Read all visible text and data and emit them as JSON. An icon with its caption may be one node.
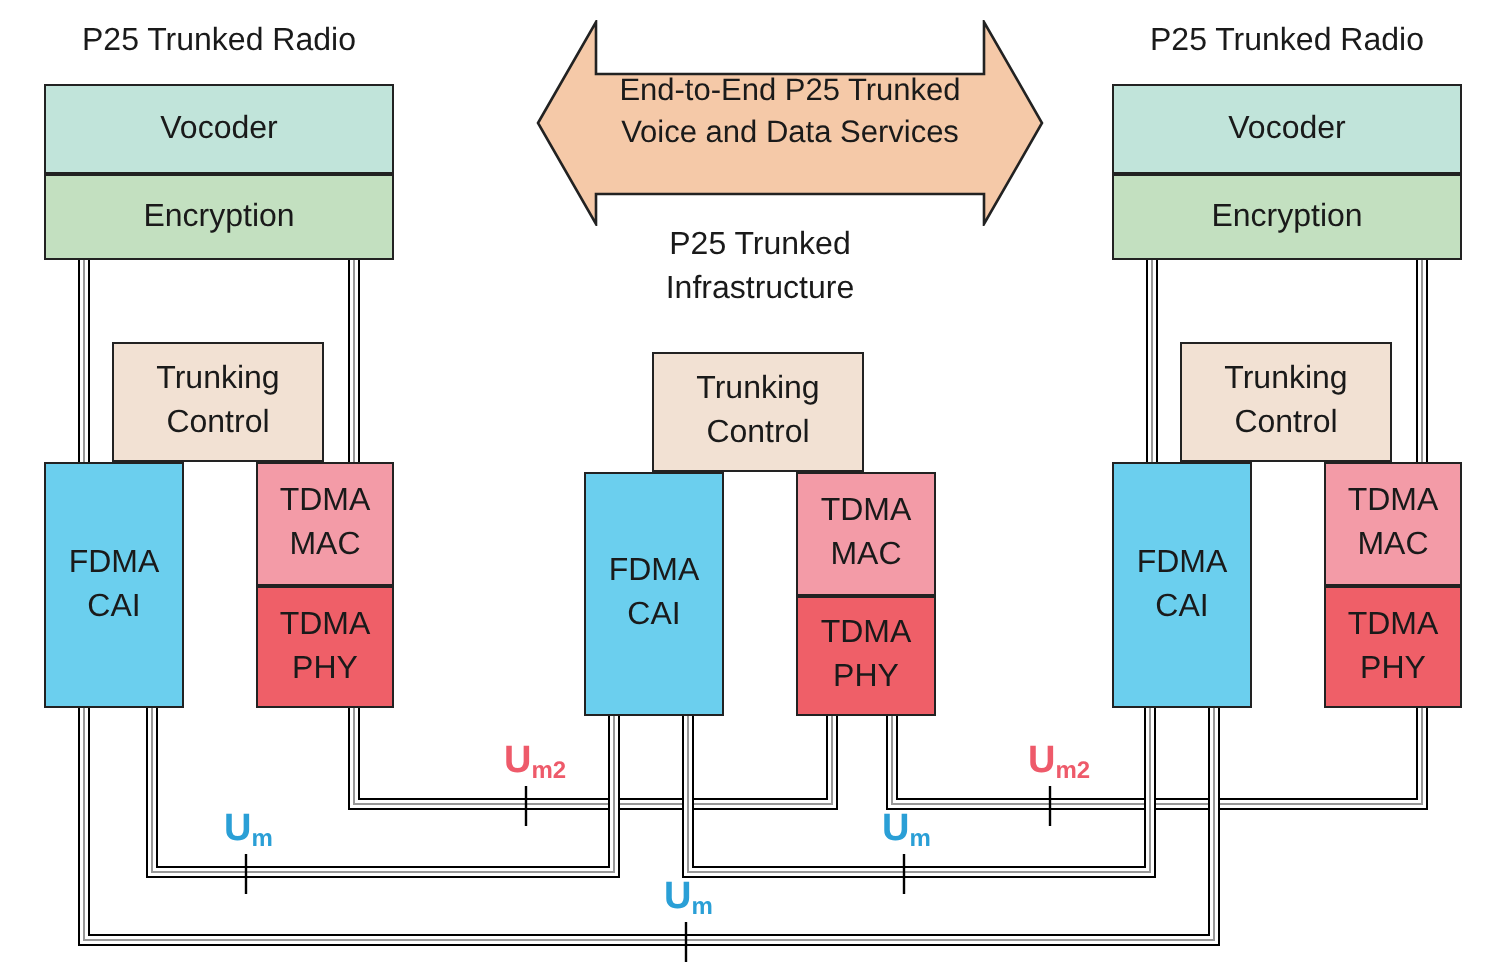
{
  "diagram": {
    "nodes": [
      {
        "text": [
          "End-to-End P25 Trunked Voice and Data Services"
        ]
      },
      {
        "text": [
          "Vocoder"
        ]
      },
      {
        "text": [
          "Encryption"
        ]
      },
      {
        "text": [
          "Trunking Control"
        ]
      },
      {
        "text": [
          "FDMA CAI"
        ]
      },
      {
        "text": [
          "TDMA MAC"
        ]
      },
      {
        "text": [
          "TDMA PHY"
        ]
      },
      {
        "text": [
          "Trunking Control"
        ]
      },
      {
        "text": [
          "FDMA CAI"
        ]
      },
      {
        "text": [
          "TDMA MAC"
        ]
      },
      {
        "text": [
          "TDMA PHY"
        ]
      },
      {
        "text": [
          "Vocoder"
        ]
      },
      {
        "text": [
          "Encryption"
        ]
      },
      {
        "text": [
          "Trunking Control"
        ]
      },
      {
        "text": [
          "FDMA CAI"
        ]
      },
      {
        "text": [
          "TDMA MAC"
        ]
      },
      {
        "text": [
          "TDMA PHY"
        ]
      }
    ],
    "edges": [
      {
        "from": 2,
        "to": 4,
        "arrow": "none"
      },
      {
        "from": 2,
        "to": 5,
        "arrow": "none"
      },
      {
        "from": 12,
        "to": 14,
        "arrow": "none"
      },
      {
        "from": 12,
        "to": 15,
        "arrow": "none"
      },
      {
        "from": 6,
        "to": 10,
        "arrow": "none",
        "label": "U$_{m2}$"
      },
      {
        "from": 10,
        "to": 16,
        "arrow": "none",
        "label": "U$_{m2}$"
      },
      {
        "from": 4,
        "to": 8,
        "arrow": "none",
        "label": "U$_{m}$"
      },
      {
        "from": 8,
        "to": 14,
        "arrow": "none",
        "label": "U$_{m}$"
      },
      {
        "from": 4,
        "to": 14,
        "arrow": "none",
        "label": "U$_{m}$"
      }
    ],
    "labels": [
      "P25 Trunked Radio",
      "P25 Trunked Infrastructure",
      "P25 Trunked Radio"
    ]
  }
}
